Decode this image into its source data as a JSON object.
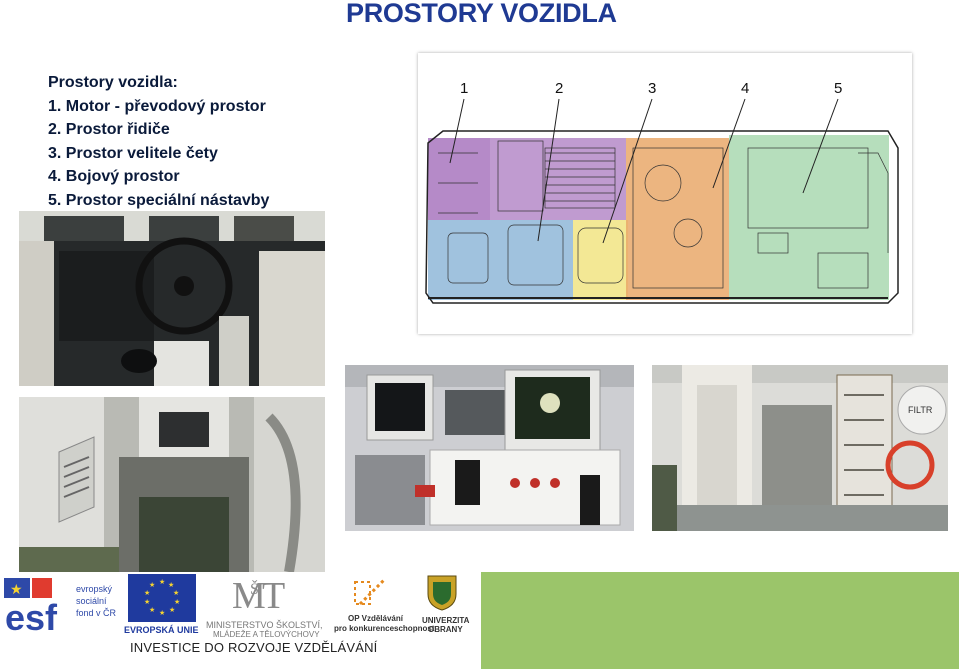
{
  "title": "PROSTORY VOZIDLA",
  "intro": {
    "heading": "Prostory vozidla:",
    "items": [
      "1. Motor - převodový prostor",
      "2. Prostor řidiče",
      "3. Prostor velitele čety",
      "4. Bojový prostor",
      "5. Prostor speciální nástavby"
    ]
  },
  "diagram": {
    "numbers": [
      "1",
      "2",
      "3",
      "4",
      "5"
    ],
    "zone_colors": [
      "#b58ac8",
      "#8fb7d8",
      "#f2e68a",
      "#e9a86a",
      "#a9d8b0"
    ]
  },
  "logos": {
    "esf_letters": "esf",
    "esf_lines": [
      "evropský",
      "sociální",
      "fond v ČR"
    ],
    "eu_label": "EVROPSKÁ UNIE",
    "msmt_lines": [
      "MINISTERSTVO ŠKOLSTVÍ,",
      "MLÁDEŽE A TĚLOVÝCHOVY"
    ],
    "op_lines": [
      "OP Vzdělávání",
      "pro konkurenceschopnost"
    ],
    "uo_lines": [
      "UNIVERZITA",
      "OBRANY"
    ],
    "footer": "INVESTICE DO ROZVOJE VZDĚLÁVÁNÍ"
  },
  "photos": {
    "extra_labels": [
      "FILTR"
    ]
  }
}
